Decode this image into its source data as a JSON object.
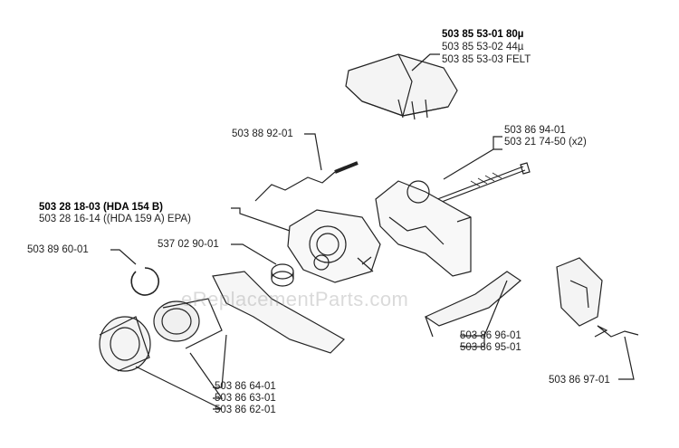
{
  "labels": {
    "filter_80": "503 85 53-01 80µ",
    "filter_44": "503 85 53-02 44µ",
    "filter_felt": "503 85 53-03 FELT",
    "screw_1": "503 86 94-01",
    "screw_2": "503 21 74-50 (x2)",
    "wire": "503 88 92-01",
    "carb_154": "503 28 18-03 (HDA 154 B)",
    "carb_159": "503 28 16-14 ((HDA 159 A) EPA)",
    "sleeve": "537 02 90-01",
    "ring": "503 89 60-01",
    "link_1": "503 86 96-01",
    "link_2": "503 86 95-01",
    "spring": "503 86 97-01",
    "manifold_1": "503 86 64-01",
    "manifold_2": "503 86 63-01",
    "manifold_3": "503 86 62-01"
  },
  "watermark": "eReplacementParts.com",
  "colors": {
    "line": "#222222",
    "shade": "#dcdcdc"
  }
}
